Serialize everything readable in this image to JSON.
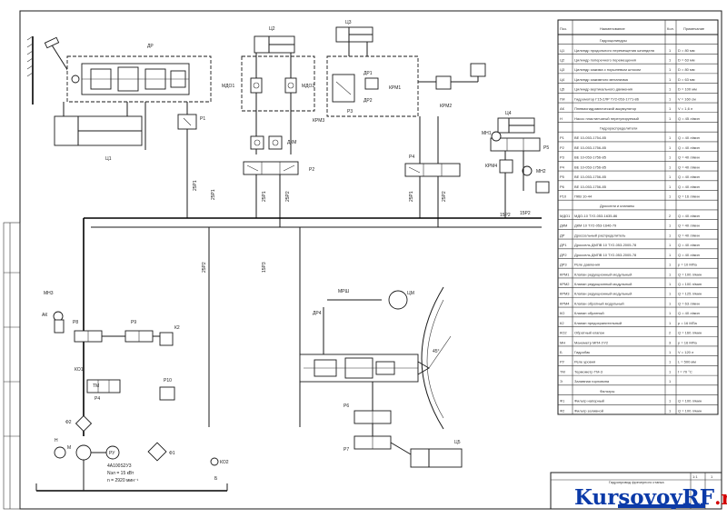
{
  "drawing": {
    "top_labels": [
      "ДР",
      "Ц2",
      "Ц3",
      "Ц4"
    ],
    "component_labels": [
      "Ц1",
      "Р1",
      "МДО1",
      "МДО2",
      "Р2",
      "ДКМ",
      "ДР1",
      "ДР2",
      "КРМ1",
      "КРМ2",
      "КРМ3",
      "Р3",
      "Р4",
      "Р5",
      "МН1",
      "МН2",
      "КРМ4",
      "Р6",
      "Р7",
      "Ц5",
      "ЦМ",
      "МРШ",
      "ДР4",
      "Р8",
      "Р9",
      "К2",
      "КО1",
      "Ф1",
      "Ф2",
      "Н",
      "М",
      "РУ",
      "АК",
      "МН3",
      "Б",
      "КО2",
      "ТМ",
      "Р10"
    ],
    "pipe_labels": [
      "25Р1",
      "25Р1",
      "25Р1",
      "25Р2",
      "25Р1",
      "25Р2",
      "15Р2",
      "15Р2",
      "25Р2",
      "15Р3"
    ],
    "motor_text": [
      "4А100S2У3",
      "Nэл = 15 кВт",
      "n = 2920 мин⁻¹"
    ],
    "angle_label": "45°"
  },
  "spec_table": {
    "headers": [
      "Поз.",
      "Наименование",
      "Кол.",
      "Примечание"
    ],
    "rows": [
      [
        "",
        "Гидроцилиндры",
        "",
        ""
      ],
      [
        "Ц1",
        "Цилиндр продольного перемещения шпинделя",
        "1",
        "D = 80 мм"
      ],
      [
        "Ц2",
        "Цилиндр поперечного перемещения",
        "1",
        "D = 63 мм"
      ],
      [
        "Ц3",
        "Цилиндр зажима с поршневым штоком",
        "1",
        "D = 80 мм"
      ],
      [
        "Ц4",
        "Цилиндр зажимного механизма",
        "1",
        "D = 63 мм"
      ],
      [
        "Ц5",
        "Цилиндр вертикального движения",
        "1",
        "D = 100 мм"
      ],
      [
        "ГМ",
        "Гидромотор Г15-2ЛР ТУ2-053-1771-86",
        "1",
        "V = 160 см"
      ],
      [
        "АК",
        "Пневмогидравлический аккумулятор",
        "1",
        "V = 1,6 л"
      ],
      [
        "Н",
        "Насос пластинчатый нерегулируемый",
        "1",
        "Q = 45 л/мин"
      ],
      [
        "",
        "Гидрораспределители",
        "",
        ""
      ],
      [
        "Р1",
        "ВЕ 10-053-1754-85",
        "1",
        "Q = 40 л/мин"
      ],
      [
        "Р2",
        "ВЕ 10-053-1756-85",
        "1",
        "Q = 40 л/мин"
      ],
      [
        "Р3",
        "ВЕ 10-053-1756-85",
        "1",
        "Q = 40 л/мин"
      ],
      [
        "Р4",
        "ВЕ 10-053-1756-85",
        "1",
        "Q = 40 л/мин"
      ],
      [
        "Р5",
        "ВЕ 10-053-1756-85",
        "1",
        "Q = 40 л/мин"
      ],
      [
        "Р6",
        "ВЕ 10-053-1756-85",
        "1",
        "Q = 40 л/мин"
      ],
      [
        "Р10",
        "ПКВ 10-44",
        "1",
        "Q = 16 л/мин"
      ],
      [
        "",
        "Дроссели и клапаны",
        "",
        ""
      ],
      [
        "МДО1",
        "МДО-10 ТУ2-053-1635-86",
        "2",
        "Q = 40 л/мин"
      ],
      [
        "ДКМ",
        "ДКМ 10 ТУ2-053-1646-79",
        "1",
        "Q = 40 л/мин"
      ],
      [
        "ДР",
        "Дроссельный распределитель",
        "1",
        "Q = 40 л/мин"
      ],
      [
        "ДР1",
        "Дроссель ДМПВ 10 ТУ2-053-2005-78",
        "1",
        "Q = 40 л/мин"
      ],
      [
        "ДР2",
        "Дроссель ДМПВ 10 ТУ2-053-2005-78",
        "1",
        "Q = 40 л/мин"
      ],
      [
        "ДР3",
        "Реле давления",
        "1",
        "p = 10 МПа"
      ],
      [
        "КРМ1",
        "Клапан редукционный модульный",
        "1",
        "Q = 100 л/мин"
      ],
      [
        "КРМ2",
        "Клапан редукционный модульный",
        "1",
        "Q = 100 л/мин"
      ],
      [
        "КРМ3",
        "Клапан редукционный модульный",
        "1",
        "Q = 125 л/мин"
      ],
      [
        "КРМ4",
        "Клапан обратный модульный",
        "1",
        "Q = 63 л/мин"
      ],
      [
        "КО",
        "Клапан обратный",
        "1",
        "Q = 40 л/мин"
      ],
      [
        "К2",
        "Клапан предохранительный",
        "1",
        "p = 16 МПа"
      ],
      [
        "КО2",
        "Обратный клапан",
        "2",
        "Q = 160 л/мин"
      ],
      [
        "МН",
        "Манометр МП4-УУ2",
        "3",
        "p = 16 МПа"
      ],
      [
        "Б",
        "Гидробак",
        "1",
        "V = 120 л"
      ],
      [
        "РУ",
        "Реле уровня",
        "1",
        "L = 500 мм"
      ],
      [
        "ТМ",
        "Термометр ТМ-3",
        "1",
        "t = 70 °C"
      ],
      [
        "Э",
        "Заливная горловина",
        "1",
        ""
      ],
      [
        "",
        "Фильтры",
        "",
        ""
      ],
      [
        "Ф1",
        "Фильтр напорный",
        "1",
        "Q = 100 л/мин"
      ],
      [
        "Ф2",
        "Фильтр заливной",
        "1",
        "Q = 100 л/мин"
      ]
    ]
  },
  "title_block": {
    "title": "Гидропривод фрезерного станка",
    "scale": "1:1",
    "sheet": "1"
  },
  "watermark": {
    "main": "KursovoyRF",
    "tld": ".ru",
    "sub": "Курсовые"
  }
}
